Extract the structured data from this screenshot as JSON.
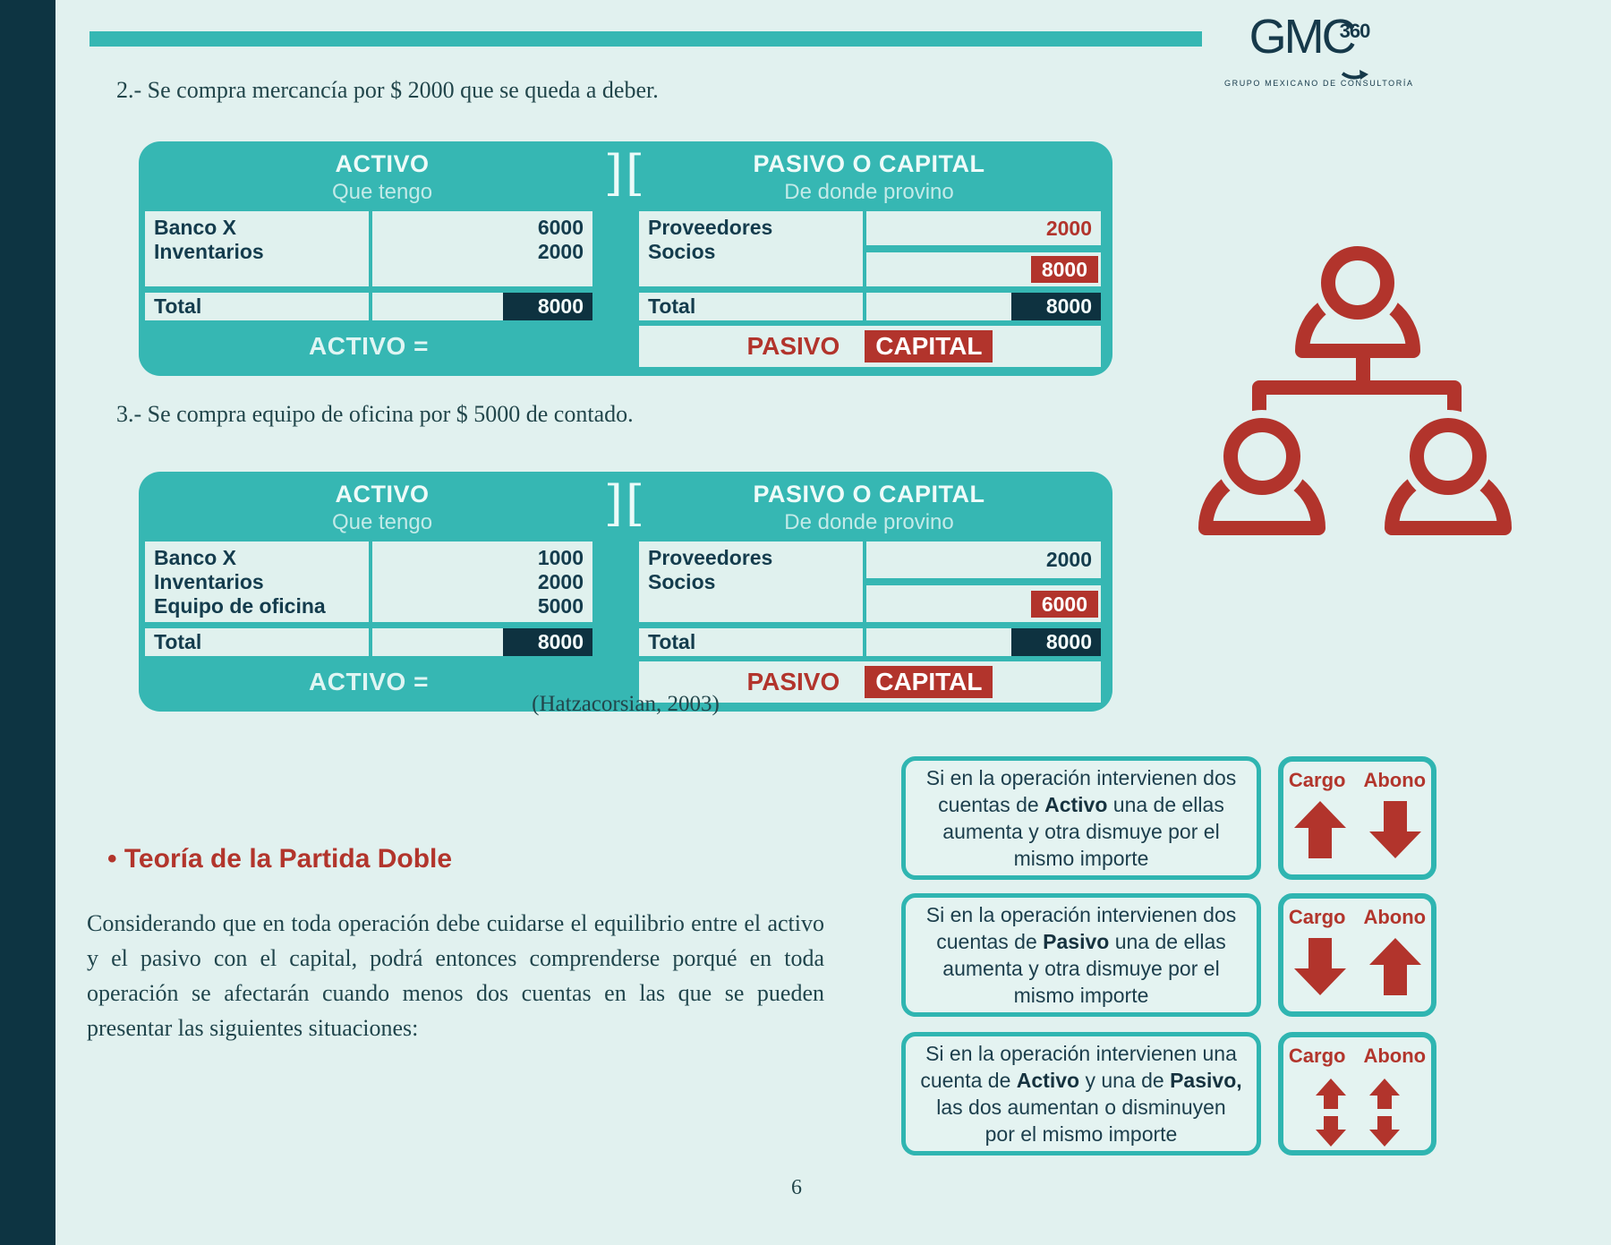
{
  "page": {
    "number": "6"
  },
  "colors": {
    "teal": "#36b7b3",
    "navy": "#143c4d",
    "red": "#b2342c",
    "dark_sidebar": "#0d3442",
    "mint": "#e1f1ef"
  },
  "logo": {
    "text": "GMC",
    "badge": "360",
    "tagline": "GRUPO MEXICANO DE CONSULTORÍA"
  },
  "items": {
    "item2": "2.- Se compra mercancía por $ 2000 que se queda a deber.",
    "item3": "3.- Se compra equipo de oficina por $ 5000 de contado.",
    "citation": "(Hatzacorsian, 2003)"
  },
  "table_common": {
    "activo_title": "ACTIVO",
    "activo_subtitle": "Que tengo",
    "divider": "][",
    "pasivo_title": "PASIVO O CAPITAL",
    "pasivo_subtitle": "De donde provino",
    "total_label": "Total",
    "activo_footer": "ACTIVO =",
    "pasivo_footer_left": "PASIVO",
    "pasivo_footer_right": "CAPITAL"
  },
  "tables": [
    {
      "activo_names": "Banco X\nInventarios",
      "activo_values": "6000\n2000",
      "activo_total": "8000",
      "pasivo_names": "Proveedores\nSocios",
      "pasivo_value_top": "2000",
      "pasivo_value_bottom": "8000",
      "pasivo_total": "8000"
    },
    {
      "activo_names": "Banco X\nInventarios\nEquipo de oficina",
      "activo_values": "1000\n2000\n5000",
      "activo_total": "8000",
      "pasivo_names": "Proveedores\nSocios",
      "pasivo_value_top": "2000",
      "pasivo_value_bottom": "6000",
      "pasivo_total": "8000"
    }
  ],
  "section": {
    "heading": "• Teoría de la Partida Doble",
    "paragraph": "Considerando que en toda operación debe cuidarse el equilibrio entre el activo y el pasivo con el capital, podrá entonces comprenderse porqué en toda operación se afectarán cuando menos dos cuentas en las que se pueden presentar las siguientes situaciones:"
  },
  "rules": [
    {
      "p1": "Si en la operación intervienen dos cuentas de ",
      "b1": "Activo",
      "p2": " una de ellas aumenta y otra dismuye por el mismo importe",
      "cargo": "Cargo",
      "abono": "Abono"
    },
    {
      "p1": "Si en la operación intervienen dos cuentas de ",
      "b1": "Pasivo",
      "p2": " una de ellas aumenta y otra dismuye por el mismo importe",
      "cargo": "Cargo",
      "abono": "Abono"
    },
    {
      "p1": "Si en la operación intervienen una cuenta de ",
      "b1": "Activo",
      "p2": " y una de ",
      "b2": "Pasivo,",
      "p3": " las dos aumentan o disminuyen por el mismo importe",
      "cargo": "Cargo",
      "abono": "Abono"
    }
  ]
}
